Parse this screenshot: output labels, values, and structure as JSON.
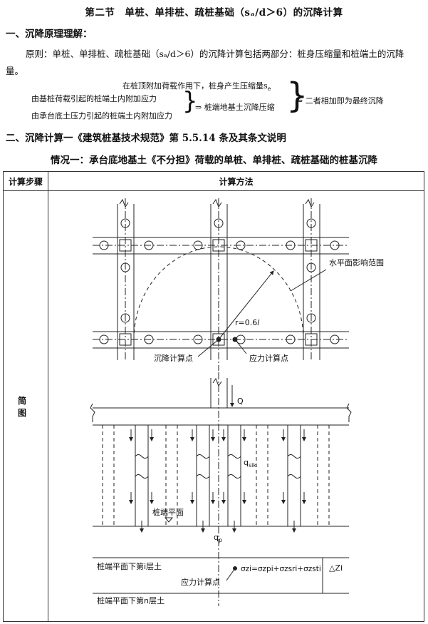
{
  "section_title": "第二节　单桩、单排桩、疏桩基础（sₐ/d＞6）的沉降计算",
  "heading1": "一、沉降原理理解：",
  "paragraph": "原则：单桩、单排桩、疏桩基础（sₐ/d＞6）的沉降计算包括两部分：桩身压缩量和桩端土的沉降量。",
  "principle": {
    "top_line": "在桩顶附加荷载作用下，桩身产生压缩量s",
    "top_sub": "e",
    "line_pile": "由基桩荷载引起的桩端土内附加应力",
    "line_cap": "由承台底土压力引起的桩端土内附加应力",
    "result_mid": "⇒ 桩端地基土沉降压缩",
    "result_final": "⇒ 二者相加即为最终沉降"
  },
  "heading2": "二、沉降计算一《建筑桩基技术规范》第 5.5.14 条及其条文说明",
  "case_title": "情况一：承台底地基土《不分担》荷载的单桩、单排桩、疏桩基础的桩基沉降",
  "table": {
    "col_step": "计算步骤",
    "col_method": "计算方法",
    "row_label": "简　图"
  },
  "diagram": {
    "influence_range": "水平面影响范围",
    "radius": "r=0.6",
    "radius_unit": "l",
    "settlement_point": "沉降计算点",
    "stress_point": "应力计算点",
    "load": "Q",
    "q_side": "q",
    "q_side_sub": "sik",
    "pile_tip_plane": "桩端平面",
    "q_tip": "q",
    "q_tip_sub": "p",
    "layer_i": "桩端平面下第i层土",
    "layer_n": "桩端平面下第n层土",
    "stress_point2": "应力计算点",
    "sigma_formula": "σzi=σzpi+σzsri+σzsti",
    "delta_z": "△Zi"
  }
}
